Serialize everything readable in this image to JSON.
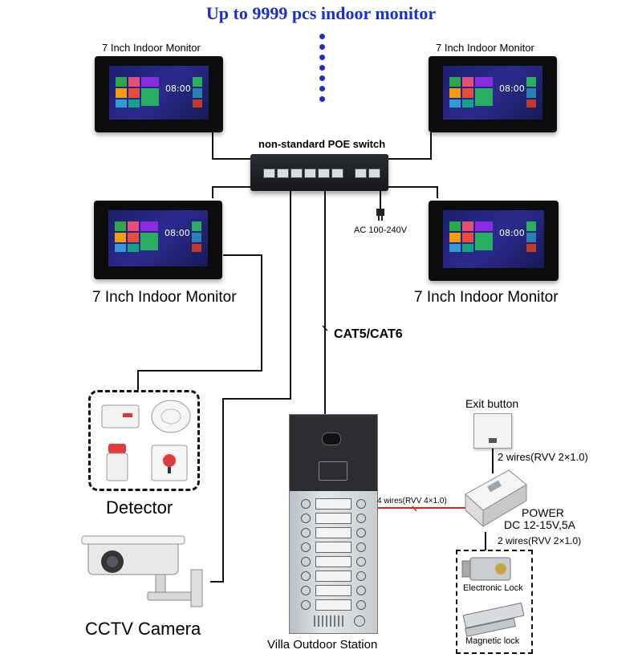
{
  "title": "Up to 9999 pcs indoor monitor",
  "monitor_label": "7 Inch Indoor Monitor",
  "screen_time": "08:00",
  "switch_label": "non-standard POE switch",
  "power_input": "AC 100-240V",
  "cable_label": "CAT5/CAT6",
  "detector_label": "Detector",
  "camera_label": "CCTV Camera",
  "station_label": "Villa Outdoor Station",
  "exit_button_label": "Exit button",
  "wires_exit": "2 wires(RVV 2×1.0)",
  "wires_station": "4 wires(RVV 4×1.0)",
  "power_label": "POWER",
  "power_spec": "DC 12-15V,5A",
  "wires_lock": "2 wires(RVV 2×1.0)",
  "electronic_lock_label": "Electronic Lock",
  "magnetic_lock_label": "Magnetic lock",
  "colors": {
    "title": "#1a2fd0",
    "red_wire": "#e02020"
  },
  "icons": [
    "monitor-icon",
    "poe-switch-icon",
    "plug-icon",
    "smoke-detector-icon",
    "gas-detector-icon",
    "alarm-siren-icon",
    "emergency-button-icon",
    "cctv-camera-icon",
    "outdoor-station-icon",
    "exit-button-icon",
    "power-supply-icon",
    "electronic-lock-icon",
    "magnetic-lock-icon"
  ]
}
